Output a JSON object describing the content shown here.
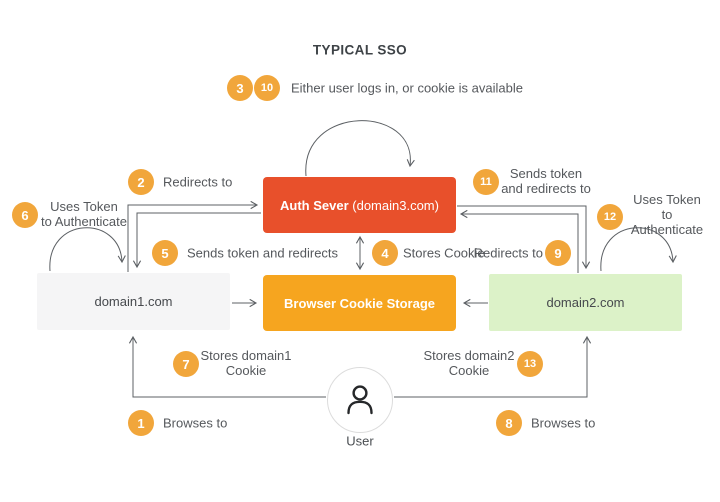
{
  "title": "TYPICAL SSO",
  "nodes": {
    "auth_server": {
      "name": "Auth Sever",
      "domain_suffix": " (domain3.com)"
    },
    "cookie_storage": {
      "label": "Browser Cookie Storage"
    },
    "domain1": {
      "label": "domain1.com"
    },
    "domain2": {
      "label": "domain2.com"
    },
    "user": {
      "label": "User"
    }
  },
  "steps": {
    "s1": {
      "num": "1",
      "label": "Browses to"
    },
    "s2": {
      "num": "2",
      "label": "Redirects to"
    },
    "s3": {
      "num": "3"
    },
    "s10": {
      "num": "10"
    },
    "s3_s10_label": "Either user logs in, or cookie is available",
    "s4": {
      "num": "4",
      "label": "Stores Cookie"
    },
    "s5": {
      "num": "5",
      "label": "Sends token and redirects"
    },
    "s6": {
      "num": "6",
      "label": "Uses Token\nto Authenticate"
    },
    "s7": {
      "num": "7",
      "label": "Stores domain1\nCookie"
    },
    "s8": {
      "num": "8",
      "label": "Browses to"
    },
    "s9": {
      "num": "9",
      "label": "Redirects to"
    },
    "s11": {
      "num": "11",
      "label": "Sends token\nand redirects to"
    },
    "s12": {
      "num": "12",
      "label": "Uses Token\nto Authenticate"
    },
    "s13": {
      "num": "13",
      "label": "Stores domain2\nCookie"
    }
  },
  "colors": {
    "auth_server_red": "#e8502b",
    "cookie_storage_orange": "#f6a51f",
    "badge_orange": "#f1a63b",
    "domain2_green": "#dcf2c8",
    "domain1_gray": "#f5f5f6",
    "line_gray": "#5c6064",
    "text_gray": "#55585c"
  }
}
